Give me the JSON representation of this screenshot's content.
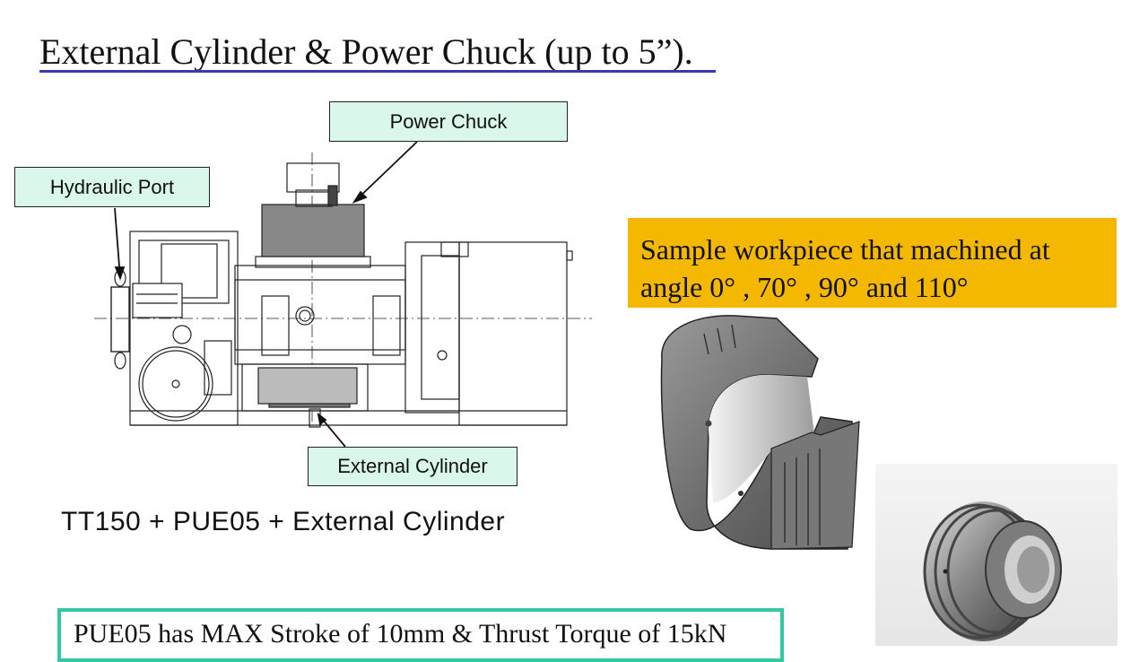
{
  "slide": {
    "title": "External Cylinder & Power Chuck (up to 5”).",
    "callouts": {
      "power_chuck": "Power Chuck",
      "hydraulic_port": "Hydraulic Port",
      "external_cylinder": "External Cylinder"
    },
    "model_caption": "TT150 + PUE05 + External Cylinder",
    "sample_text": "Sample workpiece that machined at angle 0° , 70° , 90° and 110°",
    "stroke_text": "PUE05 has MAX Stroke of 10mm & Thrust Torque of 15kN",
    "colors": {
      "title_underline": "#3b3bb0",
      "callout_fill": "#d9f7ea",
      "sample_fill": "#f5b800",
      "stroke_border": "#35c7a1"
    }
  }
}
